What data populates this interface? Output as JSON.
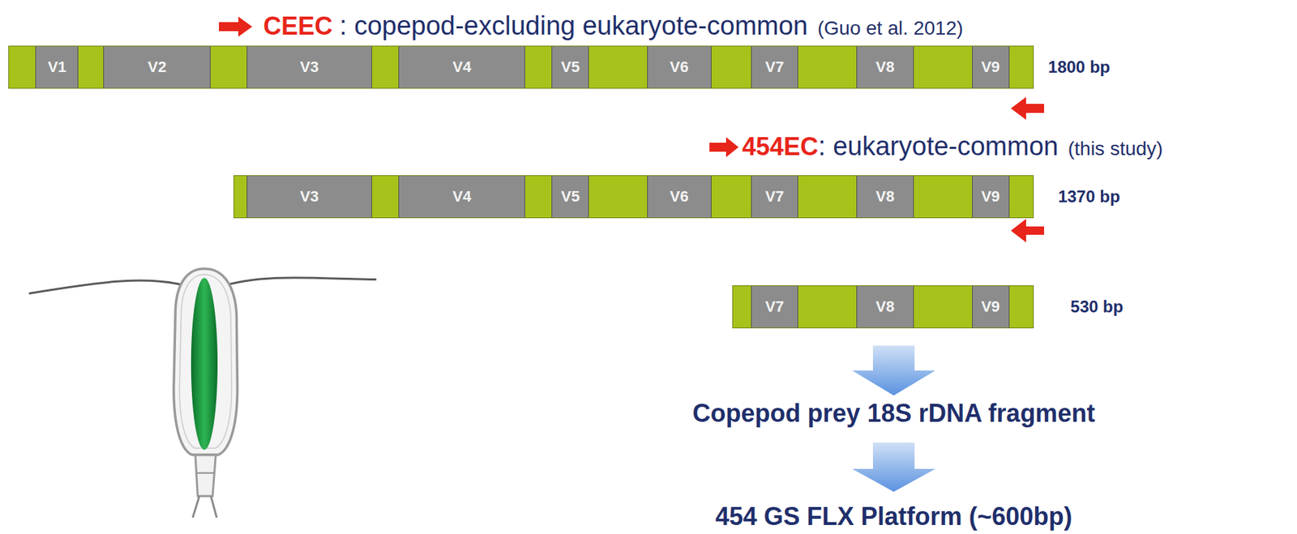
{
  "diagram": {
    "nodes": [
      {
        "text": [
          "1800 bp"
        ]
      },
      {
        "text": [
          "V1"
        ],
        "in": 0
      },
      {
        "text": [
          "V2"
        ],
        "in": 0
      },
      {
        "text": [
          "V3"
        ],
        "in": 0
      },
      {
        "text": [
          "V4"
        ],
        "in": 0
      },
      {
        "text": [
          "V5"
        ],
        "in": 0
      },
      {
        "text": [
          "V6"
        ],
        "in": 0
      },
      {
        "text": [
          "V7"
        ],
        "in": 0
      },
      {
        "text": [
          "V8"
        ],
        "in": 0
      },
      {
        "text": [
          "V9"
        ],
        "in": 0
      },
      {
        "text": [
          "1370 bp"
        ]
      },
      {
        "text": [
          "V3"
        ],
        "in": 10
      },
      {
        "text": [
          "V4"
        ],
        "in": 10
      },
      {
        "text": [
          "V5"
        ],
        "in": 10
      },
      {
        "text": [
          "V6"
        ],
        "in": 10
      },
      {
        "text": [
          "V7"
        ],
        "in": 10
      },
      {
        "text": [
          "V8"
        ],
        "in": 10
      },
      {
        "text": [
          "V9"
        ],
        "in": 10
      },
      {
        "text": [
          "530 bp"
        ]
      },
      {
        "text": [
          "V7"
        ],
        "in": 18
      },
      {
        "text": [
          "V8"
        ],
        "in": 18
      },
      {
        "text": [
          "V9"
        ],
        "in": 18
      }
    ],
    "labels": [
      "CEEC",
      ": copepod-excluding eukaryote-common",
      "(Guo et al. 2012)",
      "454EC",
      ": eukaryote-common",
      "(this study)",
      "Copepod prey 18S rDNA fragment",
      "454 GS FLX Platform (~600bp)"
    ]
  }
}
